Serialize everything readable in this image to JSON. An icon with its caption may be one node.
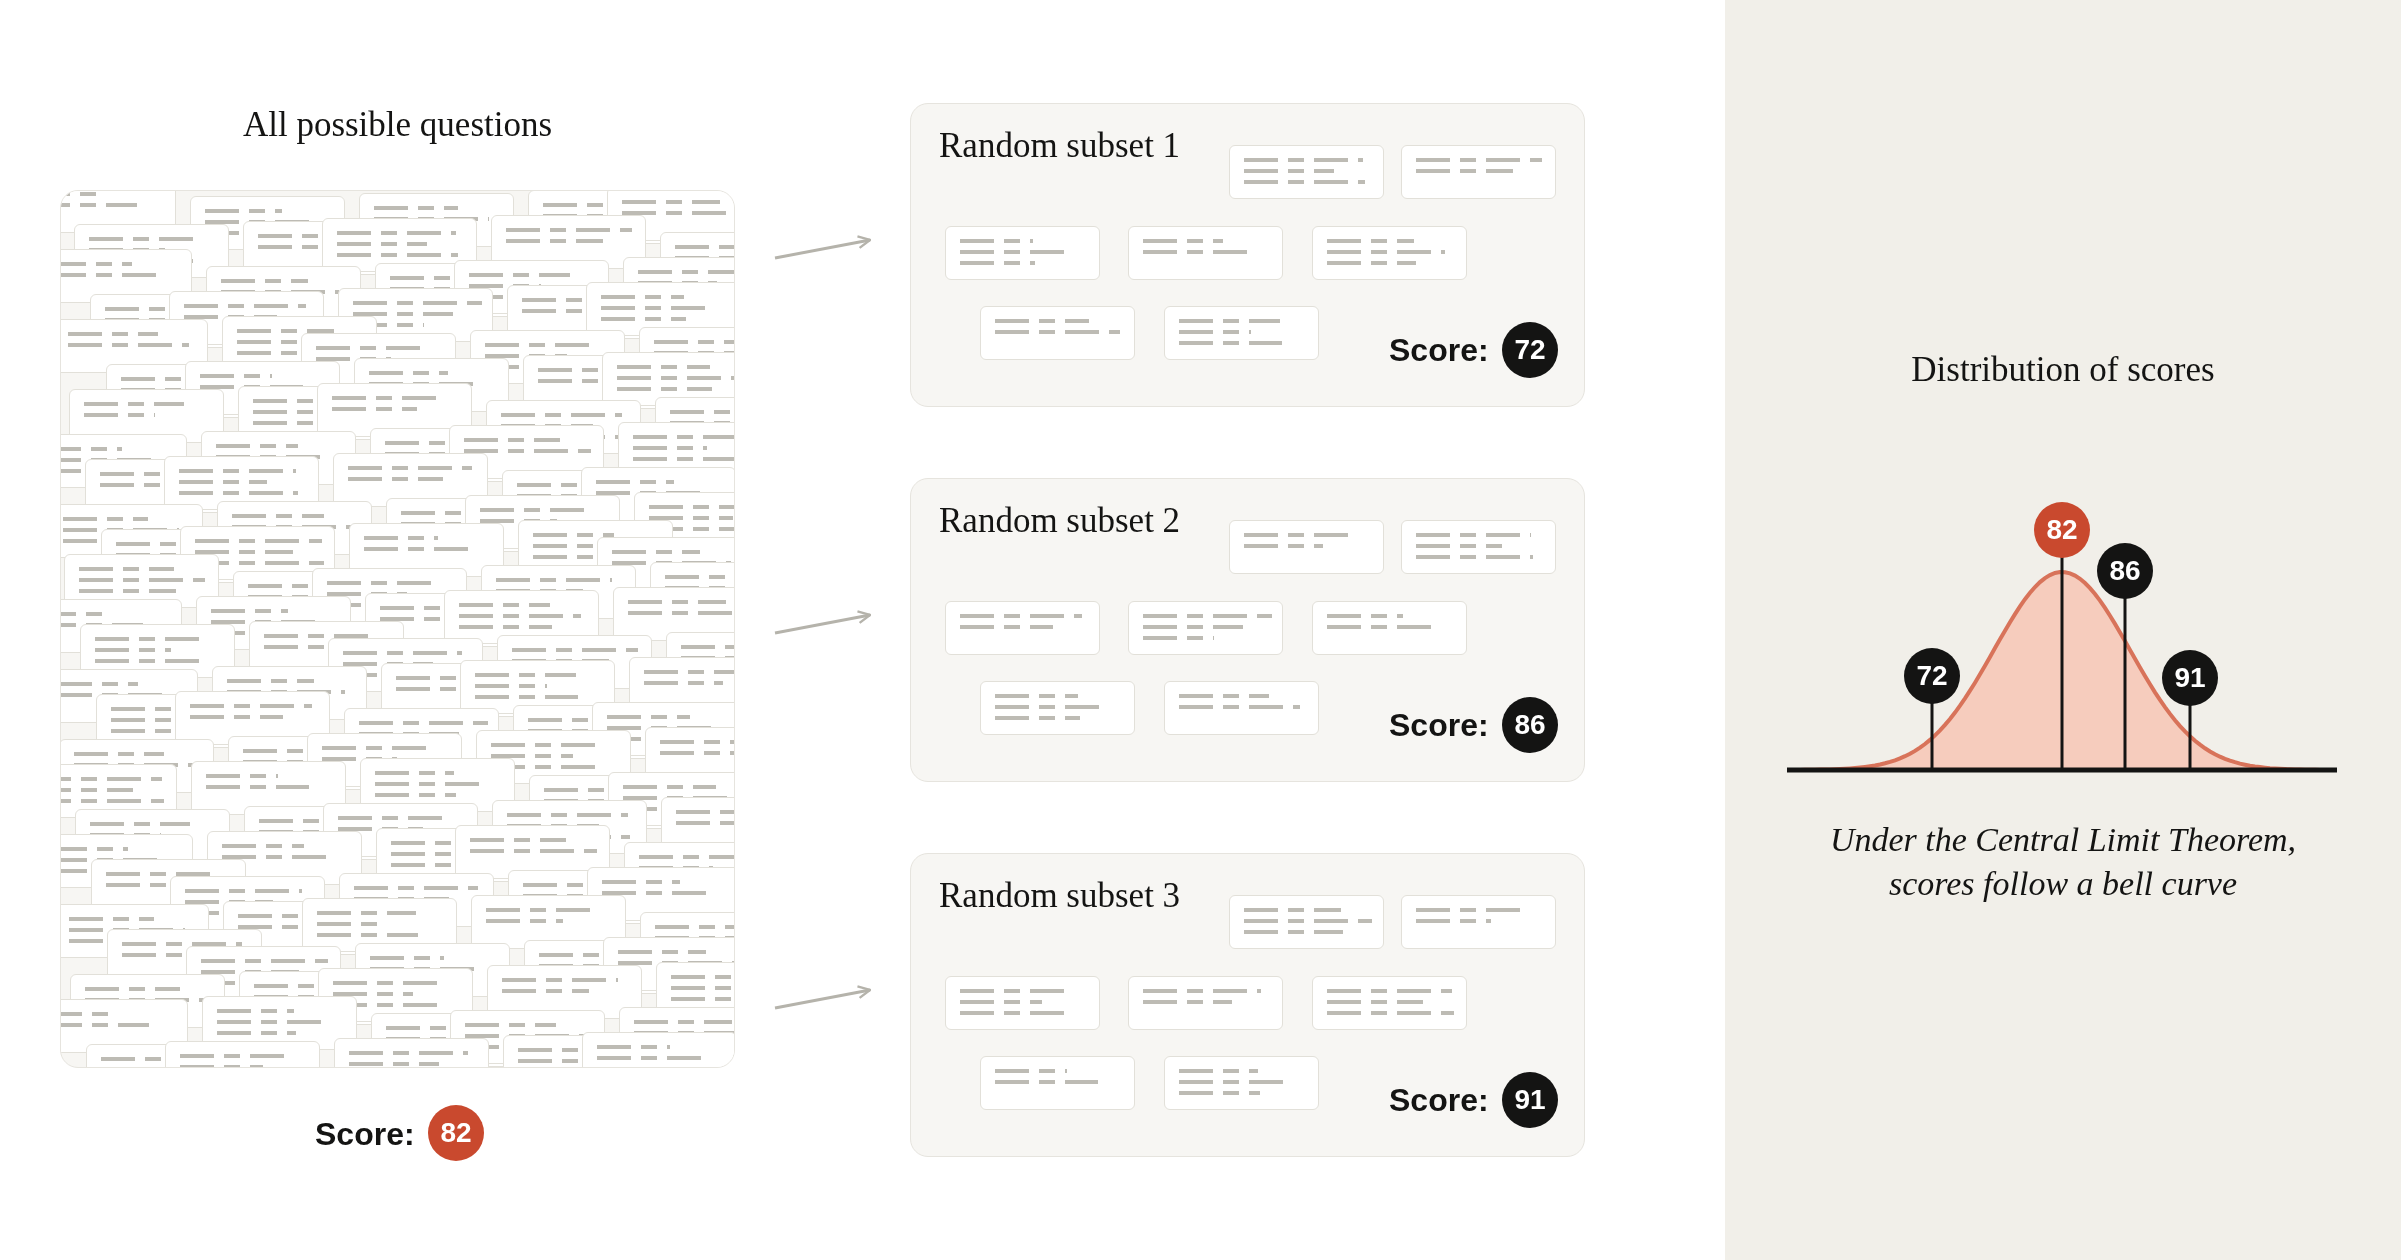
{
  "diagram": {
    "nodes": [
      {
        "text": [
          "All possible questions"
        ],
        "beside": [
          "Score:",
          "82"
        ]
      },
      {
        "text": [
          "Random subset 1",
          "Score:",
          "72"
        ]
      },
      {
        "text": [
          "Random subset 2",
          "Score:",
          "86"
        ]
      },
      {
        "text": [
          "Random subset 3",
          "Score:",
          "91"
        ]
      },
      {
        "text": [
          "Distribution of scores",
          "Under the Central Limit Theorem, scores follow a bell curve"
        ]
      }
    ],
    "edges": [
      {
        "from": 0,
        "to": 1,
        "arrow": "to"
      },
      {
        "from": 0,
        "to": 2,
        "arrow": "to"
      },
      {
        "from": 0,
        "to": 3,
        "arrow": "to"
      }
    ],
    "labels": [
      "82",
      "86",
      "72",
      "91"
    ]
  }
}
